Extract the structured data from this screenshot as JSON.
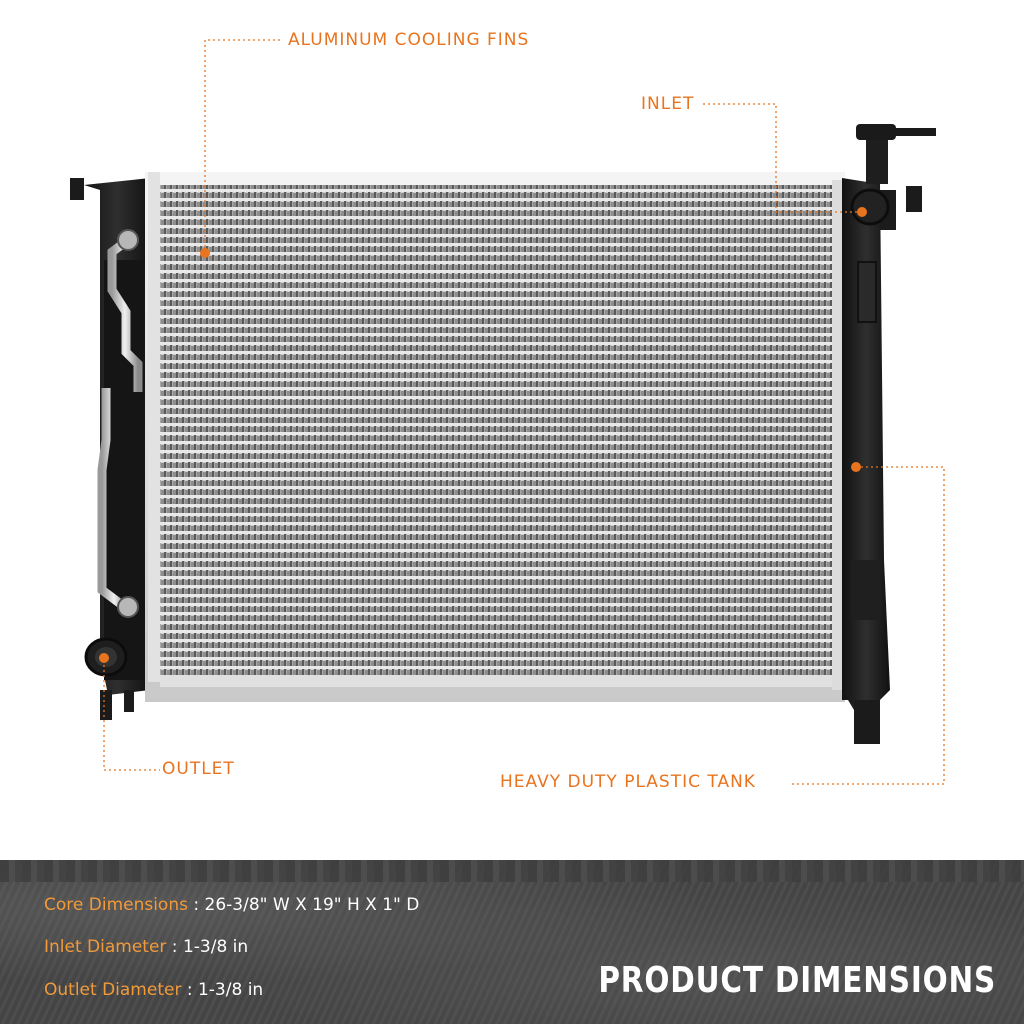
{
  "callouts": {
    "fins": "ALUMINUM COOLING FINS",
    "inlet": "INLET",
    "outlet": "OUTLET",
    "tank": "HEAVY DUTY PLASTIC TANK"
  },
  "specs": [
    {
      "label": "Core Dimensions",
      "sep": " : ",
      "value": "26-3/8\" W X 19\" H X 1\" D"
    },
    {
      "label": "Inlet Diameter",
      "sep": " : ",
      "value": "1-3/8 in"
    },
    {
      "label": "Outlet Diameter",
      "sep": "  : ",
      "value": "1-3/8 in"
    }
  ],
  "banner_title": "PRODUCT DIMENSIONS",
  "colors": {
    "accent": "#e8741f",
    "spec_label": "#f29a3a",
    "banner_bg": "#474747",
    "tank": "#1e1e1e"
  }
}
